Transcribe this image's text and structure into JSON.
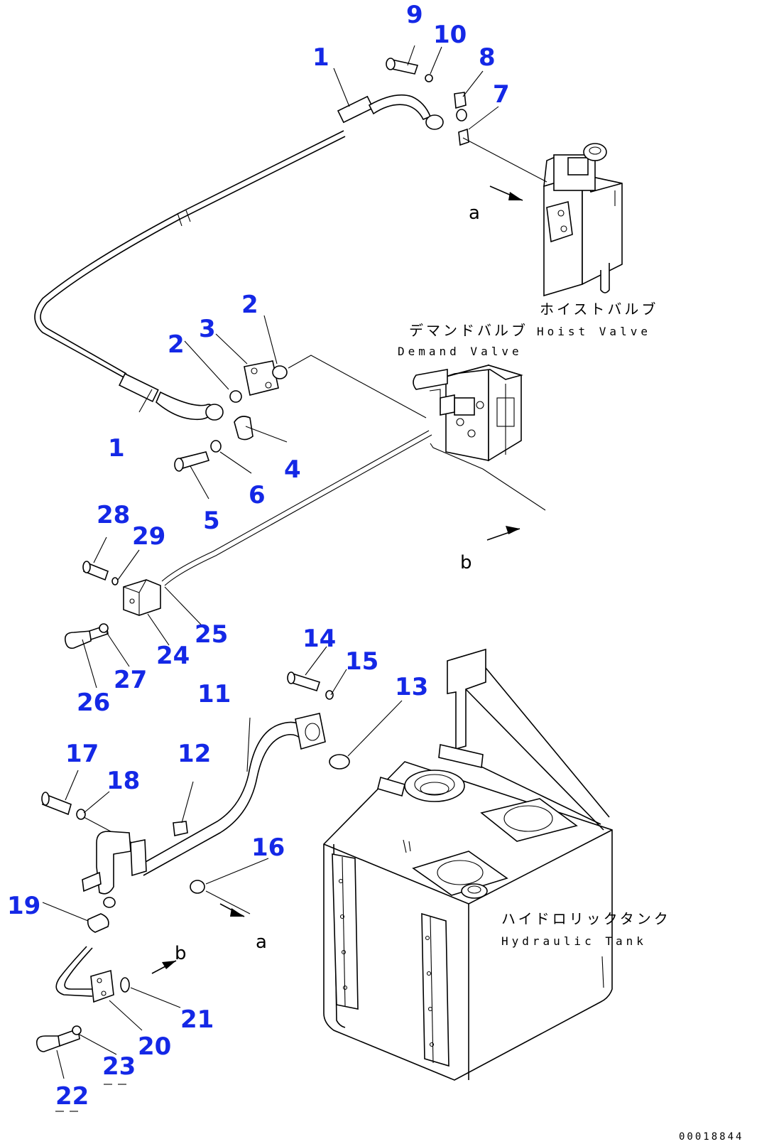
{
  "callouts": {
    "c1a": "1",
    "c1b": "1",
    "c2a": "2",
    "c2b": "2",
    "c3": "3",
    "c4": "4",
    "c5": "5",
    "c6": "6",
    "c7": "7",
    "c8": "8",
    "c9": "9",
    "c10": "10",
    "c11": "11",
    "c12": "12",
    "c13": "13",
    "c14": "14",
    "c15": "15",
    "c16": "16",
    "c17": "17",
    "c18": "18",
    "c19": "19",
    "c20": "20",
    "c21": "21",
    "c22": "22",
    "c23": "23",
    "c24": "24",
    "c25": "25",
    "c26": "26",
    "c27": "27",
    "c28": "28",
    "c29": "29"
  },
  "refs": {
    "a_top": "a",
    "a_bottom": "a",
    "b_mid": "b",
    "b_bottom": "b"
  },
  "components": {
    "hoist_valve_jp": "ホイストバルブ",
    "hoist_valve_en": "Hoist Valve",
    "demand_valve_jp": "デマンドバルブ",
    "demand_valve_en": "Demand Valve",
    "hydraulic_tank_jp": "ハイドロリックタンク",
    "hydraulic_tank_en": "Hydraulic Tank"
  },
  "drawing_number": "00018844",
  "colors": {
    "callout": "#1428e6",
    "line": "#000000",
    "background": "#ffffff"
  }
}
